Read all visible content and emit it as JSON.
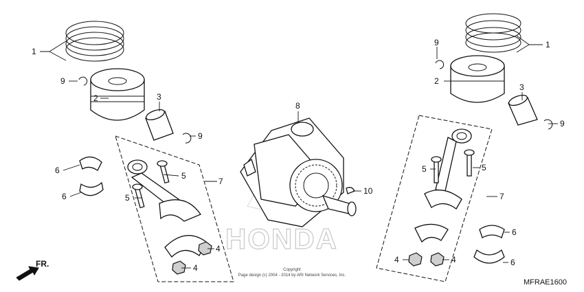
{
  "callouts": {
    "l1": "1",
    "l9a": "9",
    "l2": "2",
    "l3": "3",
    "l9b": "9",
    "l6a": "6",
    "l6b": "6",
    "l5a": "5",
    "l5b": "5",
    "l7": "7",
    "l4a": "4",
    "l4b": "4",
    "l8": "8",
    "l10": "10",
    "r9a": "9",
    "r1": "1",
    "r2": "2",
    "r3": "3",
    "r9b": "9",
    "r5a": "5",
    "r5b": "5",
    "r7": "7",
    "r6a": "6",
    "r6b": "6",
    "r4a": "4",
    "r4b": "4"
  },
  "front_label": "FR.",
  "watermark": "HONDA",
  "copyright": {
    "line1": "Copyright",
    "line2": "Page design (c) 2004 - 2014 by ARI Network Services, Inc."
  },
  "diagram_code": "MFRAE1600"
}
